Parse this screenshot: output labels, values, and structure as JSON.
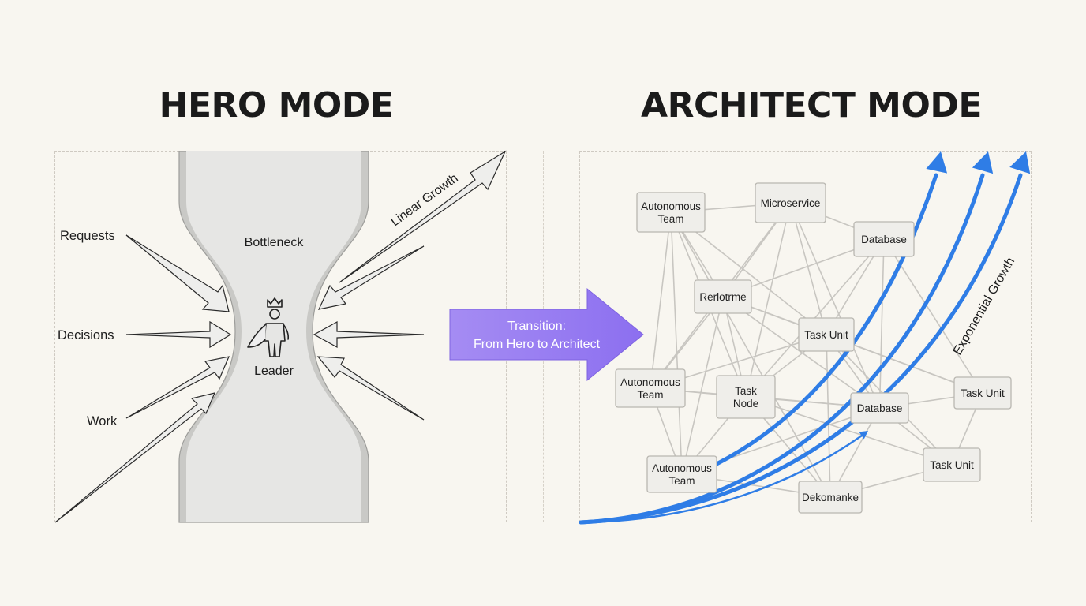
{
  "left": {
    "title": "HERO MODE",
    "bottleneck": "Bottleneck",
    "leader": "Leader",
    "inputs": [
      "Requests",
      "Decisions",
      "Work"
    ],
    "growth": "Linear Growth"
  },
  "right": {
    "title": "ARCHITECT MODE",
    "growth": "Exponential Growth",
    "nodes": [
      [
        "Autonomous",
        "Team"
      ],
      [
        "Microservice"
      ],
      [
        "Database"
      ],
      [
        "Rerlotrme"
      ],
      [
        "Task Unit"
      ],
      [
        "Autonomous",
        "Team"
      ],
      [
        "Task",
        "Node"
      ],
      [
        "Database"
      ],
      [
        "Task Unit"
      ],
      [
        "Autonomous",
        "Team"
      ],
      [
        "Task Unit"
      ],
      [
        "Dekomanke"
      ]
    ]
  },
  "transition": {
    "line1": "Transition:",
    "line2": "From Hero to Architect",
    "color": "#9b7ff0"
  },
  "colors": {
    "growth_blue": "#2f7de6",
    "background": "#f8f6f0"
  }
}
